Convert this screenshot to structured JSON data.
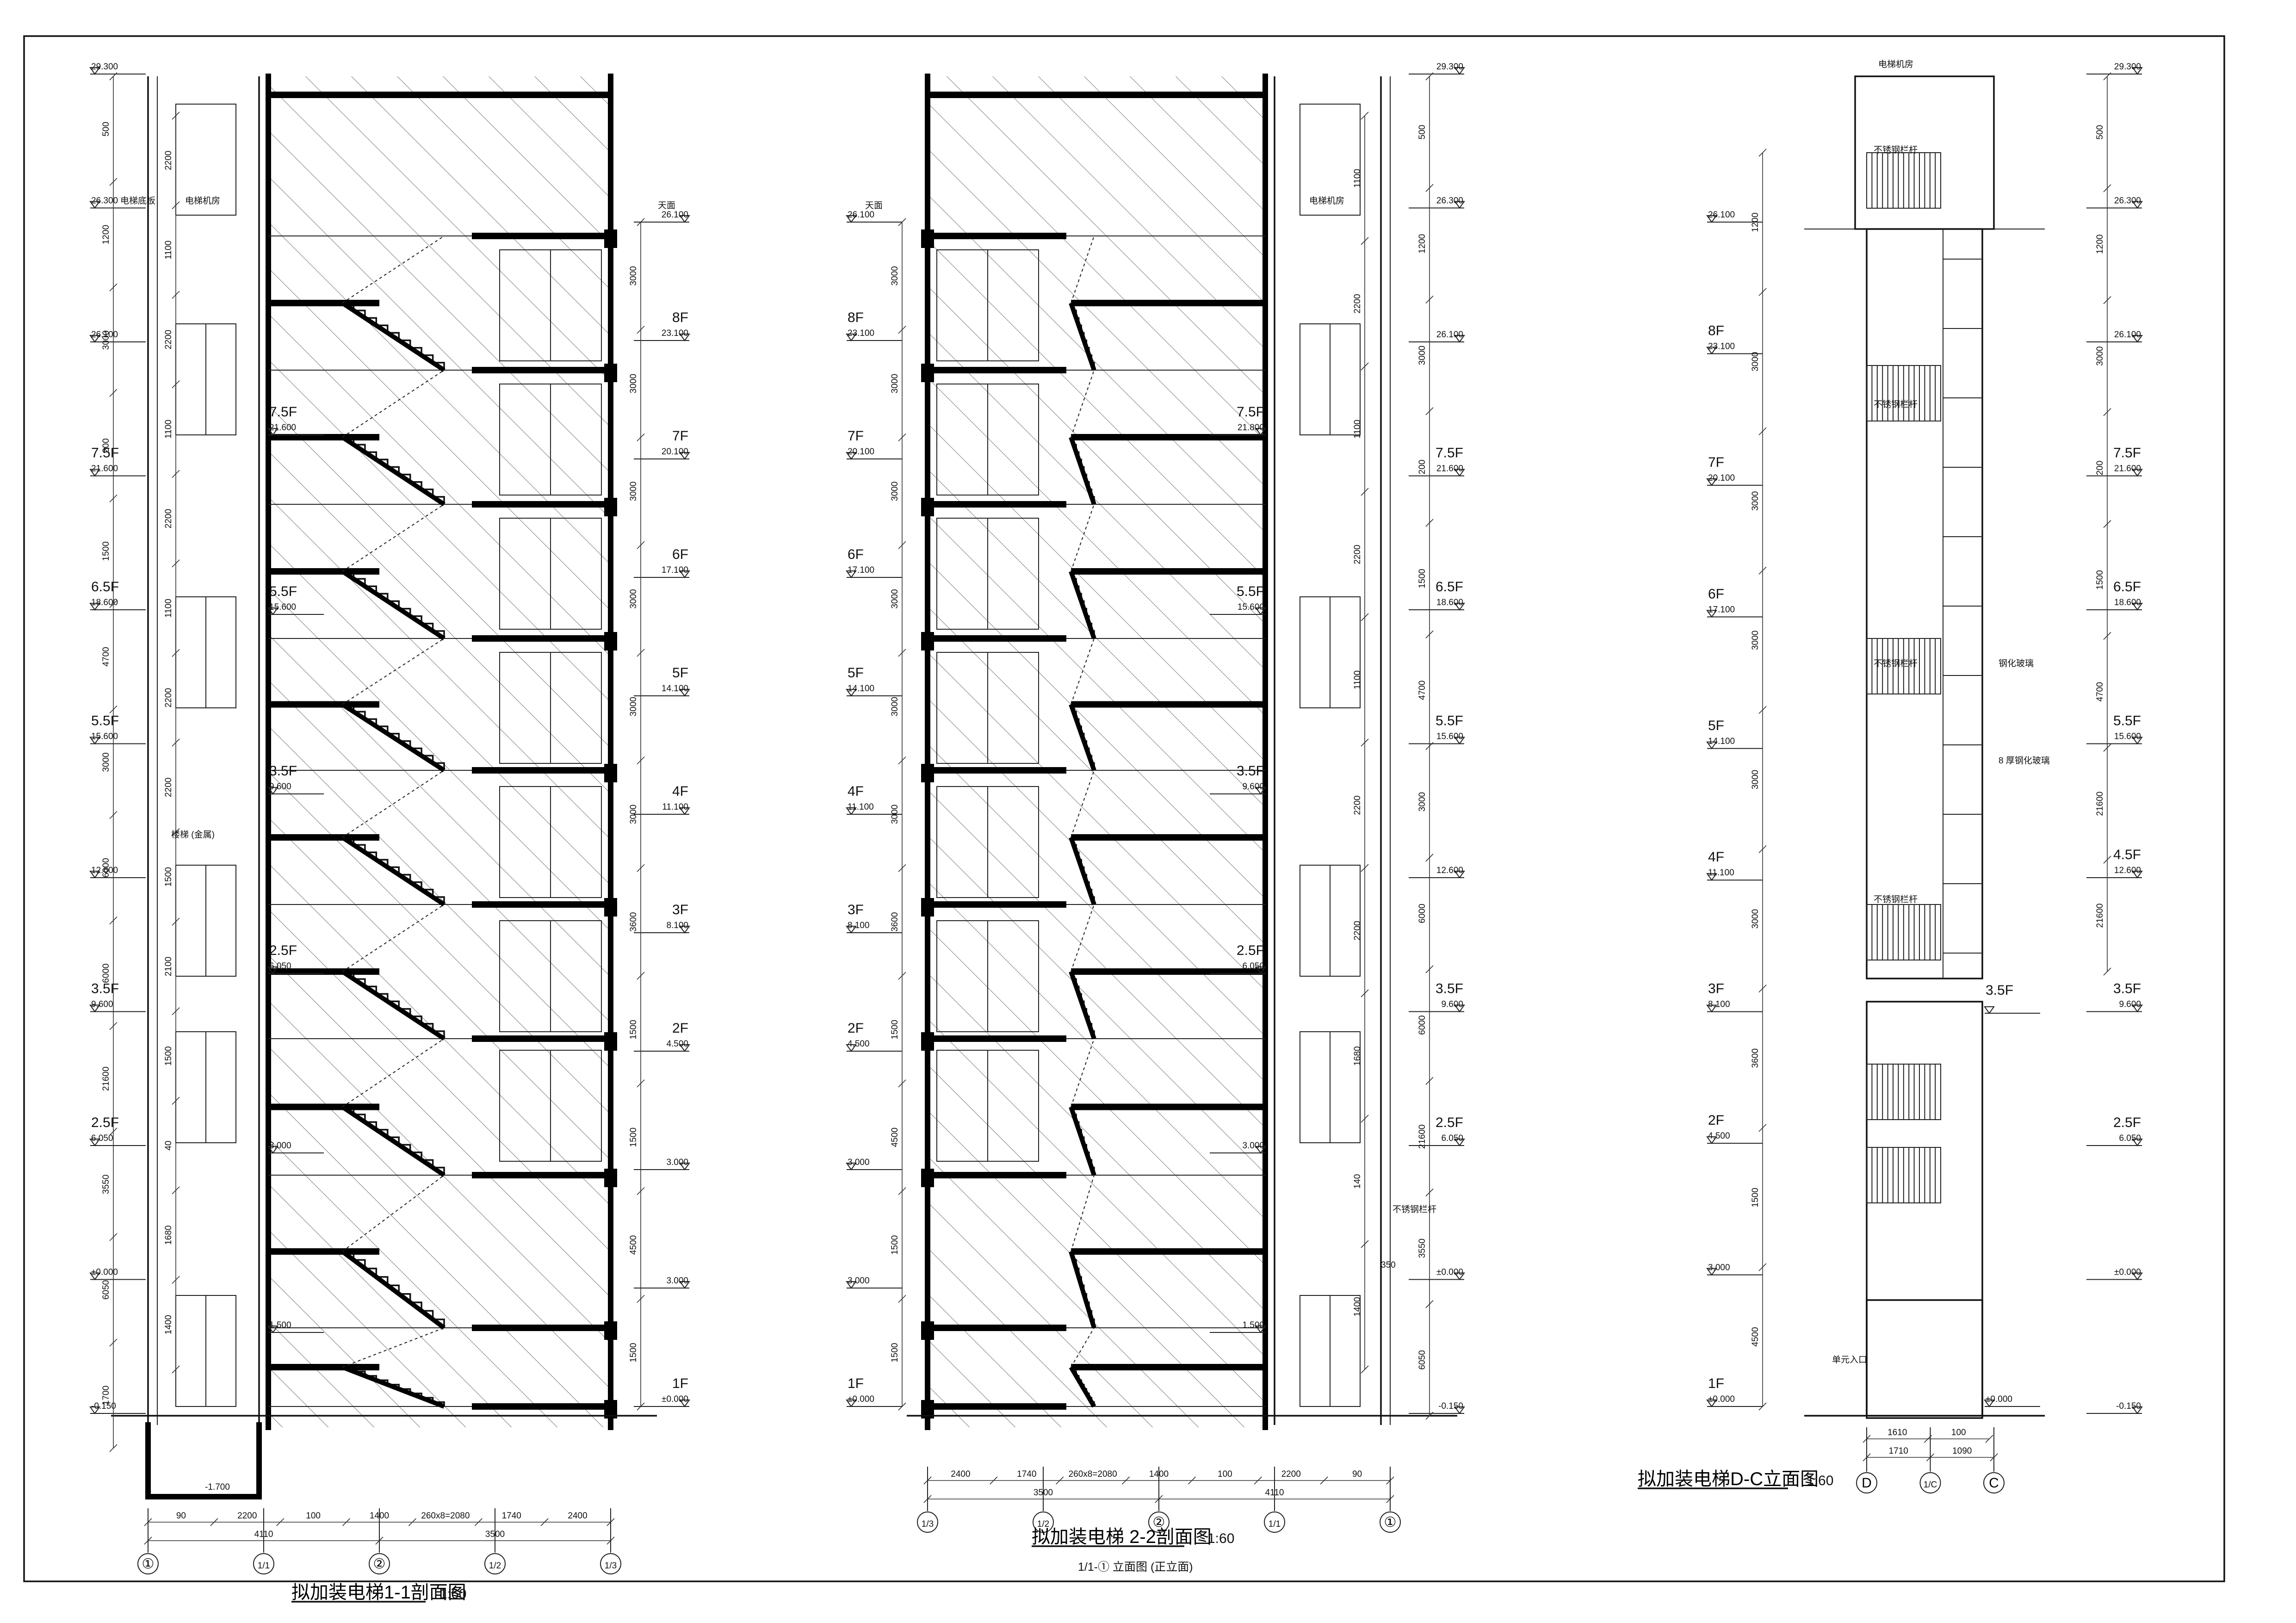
{
  "sections": {
    "s11": {
      "title": "拟加装电梯1-1剖面图",
      "scale": "1:60",
      "grid_bubbles": [
        "①",
        "1/1",
        "②",
        "1/2",
        "1/3"
      ],
      "bottom_dims_row1": [
        "90",
        "2200",
        "100",
        "1400",
        "260x8=2080",
        "1740",
        "2400"
      ],
      "bottom_dims_row2": [
        "4110",
        "3500"
      ],
      "left_levels": [
        {
          "label": "",
          "elev": "29.300"
        },
        {
          "label": "",
          "elev": "26.300"
        },
        {
          "label": "",
          "elev": "26.100"
        },
        {
          "label": "7.5F",
          "elev": "21.600"
        },
        {
          "label": "6.5F",
          "elev": "18.600"
        },
        {
          "label": "5.5F",
          "elev": "15.600"
        },
        {
          "label": "",
          "elev": "12.600"
        },
        {
          "label": "3.5F",
          "elev": "9.600"
        },
        {
          "label": "2.5F",
          "elev": "6.050"
        },
        {
          "label": "",
          "elev": "±0.000"
        },
        {
          "label": "",
          "elev": "-0.150"
        }
      ],
      "left_dims": [
        "500",
        "1200",
        "3000",
        "200",
        "1500",
        "4700",
        "3000",
        "6000",
        "6000",
        "21600",
        "3550",
        "6050",
        "1700"
      ],
      "right_levels": [
        {
          "label": "",
          "elev": "26.100"
        },
        {
          "label": "8F",
          "elev": "23.100"
        },
        {
          "label": "7F",
          "elev": "20.100"
        },
        {
          "label": "6F",
          "elev": "17.100"
        },
        {
          "label": "5F",
          "elev": "14.100"
        },
        {
          "label": "4F",
          "elev": "11.100"
        },
        {
          "label": "3F",
          "elev": "8.100"
        },
        {
          "label": "2F",
          "elev": "4.500"
        },
        {
          "label": "",
          "elev": "3.000"
        },
        {
          "label": "",
          "elev": "3.000"
        },
        {
          "label": "1F",
          "elev": "±0.000"
        }
      ],
      "right_dims": [
        "3000",
        "3000",
        "3000",
        "3000",
        "3000",
        "3000",
        "3600",
        "1500",
        "1500",
        "4500",
        "1500"
      ],
      "stair_levels": [
        {
          "label": "7.5F",
          "elev": "21.600"
        },
        {
          "label": "5.5F",
          "elev": "15.600"
        },
        {
          "label": "3.5F",
          "elev": "9.600"
        },
        {
          "label": "2.5F",
          "elev": "6.050"
        },
        {
          "label": "",
          "elev": "3.000"
        },
        {
          "label": "",
          "elev": "1.500"
        }
      ],
      "inner_dims": [
        "2200",
        "1100",
        "2200",
        "1100",
        "2200",
        "1100",
        "2200",
        "2200",
        "1500",
        "2100",
        "1500",
        "40",
        "1680",
        "1400"
      ],
      "notes": [
        "电梯机房",
        "天面",
        "电梯底板",
        "楼梯 (金属)",
        "-1.700"
      ]
    },
    "s22": {
      "title": "拟加装电梯 2-2剖面图",
      "scale": "1:60",
      "subtitle": "1/1-① 立面图 (正立面)",
      "grid_bubbles": [
        "1/3",
        "1/2",
        "②",
        "1/1",
        "①"
      ],
      "bottom_dims_row1": [
        "2400",
        "1740",
        "260x8=2080",
        "1400",
        "100",
        "2200",
        "90"
      ],
      "bottom_dims_row2": [
        "3500",
        "4110"
      ],
      "left_levels": [
        {
          "label": "",
          "elev": "26.100"
        },
        {
          "label": "8F",
          "elev": "23.100"
        },
        {
          "label": "7F",
          "elev": "20.100"
        },
        {
          "label": "6F",
          "elev": "17.100"
        },
        {
          "label": "5F",
          "elev": "14.100"
        },
        {
          "label": "4F",
          "elev": "11.100"
        },
        {
          "label": "3F",
          "elev": "8.100"
        },
        {
          "label": "2F",
          "elev": "4.500"
        },
        {
          "label": "",
          "elev": "3.000"
        },
        {
          "label": "",
          "elev": "3.000"
        },
        {
          "label": "1F",
          "elev": "±0.000"
        }
      ],
      "left_dims": [
        "3000",
        "3000",
        "3000",
        "3000",
        "3000",
        "3000",
        "3600",
        "1500",
        "4500",
        "1500",
        "1500"
      ],
      "right_levels": [
        {
          "label": "",
          "elev": "29.300"
        },
        {
          "label": "",
          "elev": "26.300"
        },
        {
          "label": "",
          "elev": "26.100"
        },
        {
          "label": "7.5F",
          "elev": "21.600"
        },
        {
          "label": "6.5F",
          "elev": "18.600"
        },
        {
          "label": "5.5F",
          "elev": "15.600"
        },
        {
          "label": "",
          "elev": "12.600"
        },
        {
          "label": "3.5F",
          "elev": "9.600"
        },
        {
          "label": "2.5F",
          "elev": "6.050"
        },
        {
          "label": "",
          "elev": "±0.000"
        },
        {
          "label": "",
          "elev": "-0.150"
        }
      ],
      "right_dims": [
        "500",
        "1200",
        "3000",
        "200",
        "1500",
        "4700",
        "3000",
        "6000",
        "6000",
        "21600",
        "3550",
        "6050"
      ],
      "stair_levels": [
        {
          "label": "7.5F",
          "elev": "21.800"
        },
        {
          "label": "5.5F",
          "elev": "15.600"
        },
        {
          "label": "3.5F",
          "elev": "9.600"
        },
        {
          "label": "2.5F",
          "elev": "6.050"
        },
        {
          "label": "",
          "elev": "3.000"
        },
        {
          "label": "",
          "elev": "1.500"
        }
      ],
      "inner_dims": [
        "1100",
        "2200",
        "1100",
        "2200",
        "1100",
        "2200",
        "2200",
        "1680",
        "140",
        "1400"
      ],
      "notes": [
        "电梯机房",
        "天面",
        "不锈钢栏杆",
        "350"
      ]
    },
    "elev": {
      "title": "拟加装电梯D-C立面图",
      "scale": "1:60",
      "grid_bubbles": [
        "D",
        "1/C",
        "C"
      ],
      "bottom_dims_row1": [
        "1610",
        "100"
      ],
      "bottom_dims_row2": [
        "1710",
        "1090"
      ],
      "left_levels": [
        {
          "label": "",
          "elev": "26.100"
        },
        {
          "label": "8F",
          "elev": "23.100"
        },
        {
          "label": "7F",
          "elev": "20.100"
        },
        {
          "label": "6F",
          "elev": "17.100"
        },
        {
          "label": "5F",
          "elev": "14.100"
        },
        {
          "label": "4F",
          "elev": "11.100"
        },
        {
          "label": "3F",
          "elev": "8.100"
        },
        {
          "label": "2F",
          "elev": "4.500"
        },
        {
          "label": "",
          "elev": "3.000"
        },
        {
          "label": "1F",
          "elev": "±0.000"
        }
      ],
      "left_dims": [
        "1200",
        "3000",
        "3000",
        "3000",
        "3000",
        "3000",
        "3600",
        "1500",
        "4500"
      ],
      "right_levels": [
        {
          "label": "",
          "elev": "29.300"
        },
        {
          "label": "",
          "elev": "26.300"
        },
        {
          "label": "",
          "elev": "26.100"
        },
        {
          "label": "7.5F",
          "elev": "21.600"
        },
        {
          "label": "6.5F",
          "elev": "18.600"
        },
        {
          "label": "5.5F",
          "elev": "15.600"
        },
        {
          "label": "4.5F",
          "elev": "12.600"
        },
        {
          "label": "3.5F",
          "elev": "9.600"
        },
        {
          "label": "2.5F",
          "elev": "6.050"
        },
        {
          "label": "",
          "elev": "±0.000"
        },
        {
          "label": "",
          "elev": "-0.150"
        }
      ],
      "right_dims": [
        "500",
        "1200",
        "3000",
        "200",
        "1500",
        "4700",
        "21600",
        "21600"
      ],
      "mid_levels": [
        {
          "label": "3.5F",
          "elev": ""
        },
        {
          "label": "",
          "elev": "±0.000"
        }
      ],
      "notes": [
        "电梯机房",
        "不锈钢栏杆",
        "不锈钢栏杆",
        "不锈钢栏杆",
        "不锈钢栏杆",
        "钢化玻璃",
        "单元入口",
        "8 厚钢化玻璃"
      ]
    }
  }
}
